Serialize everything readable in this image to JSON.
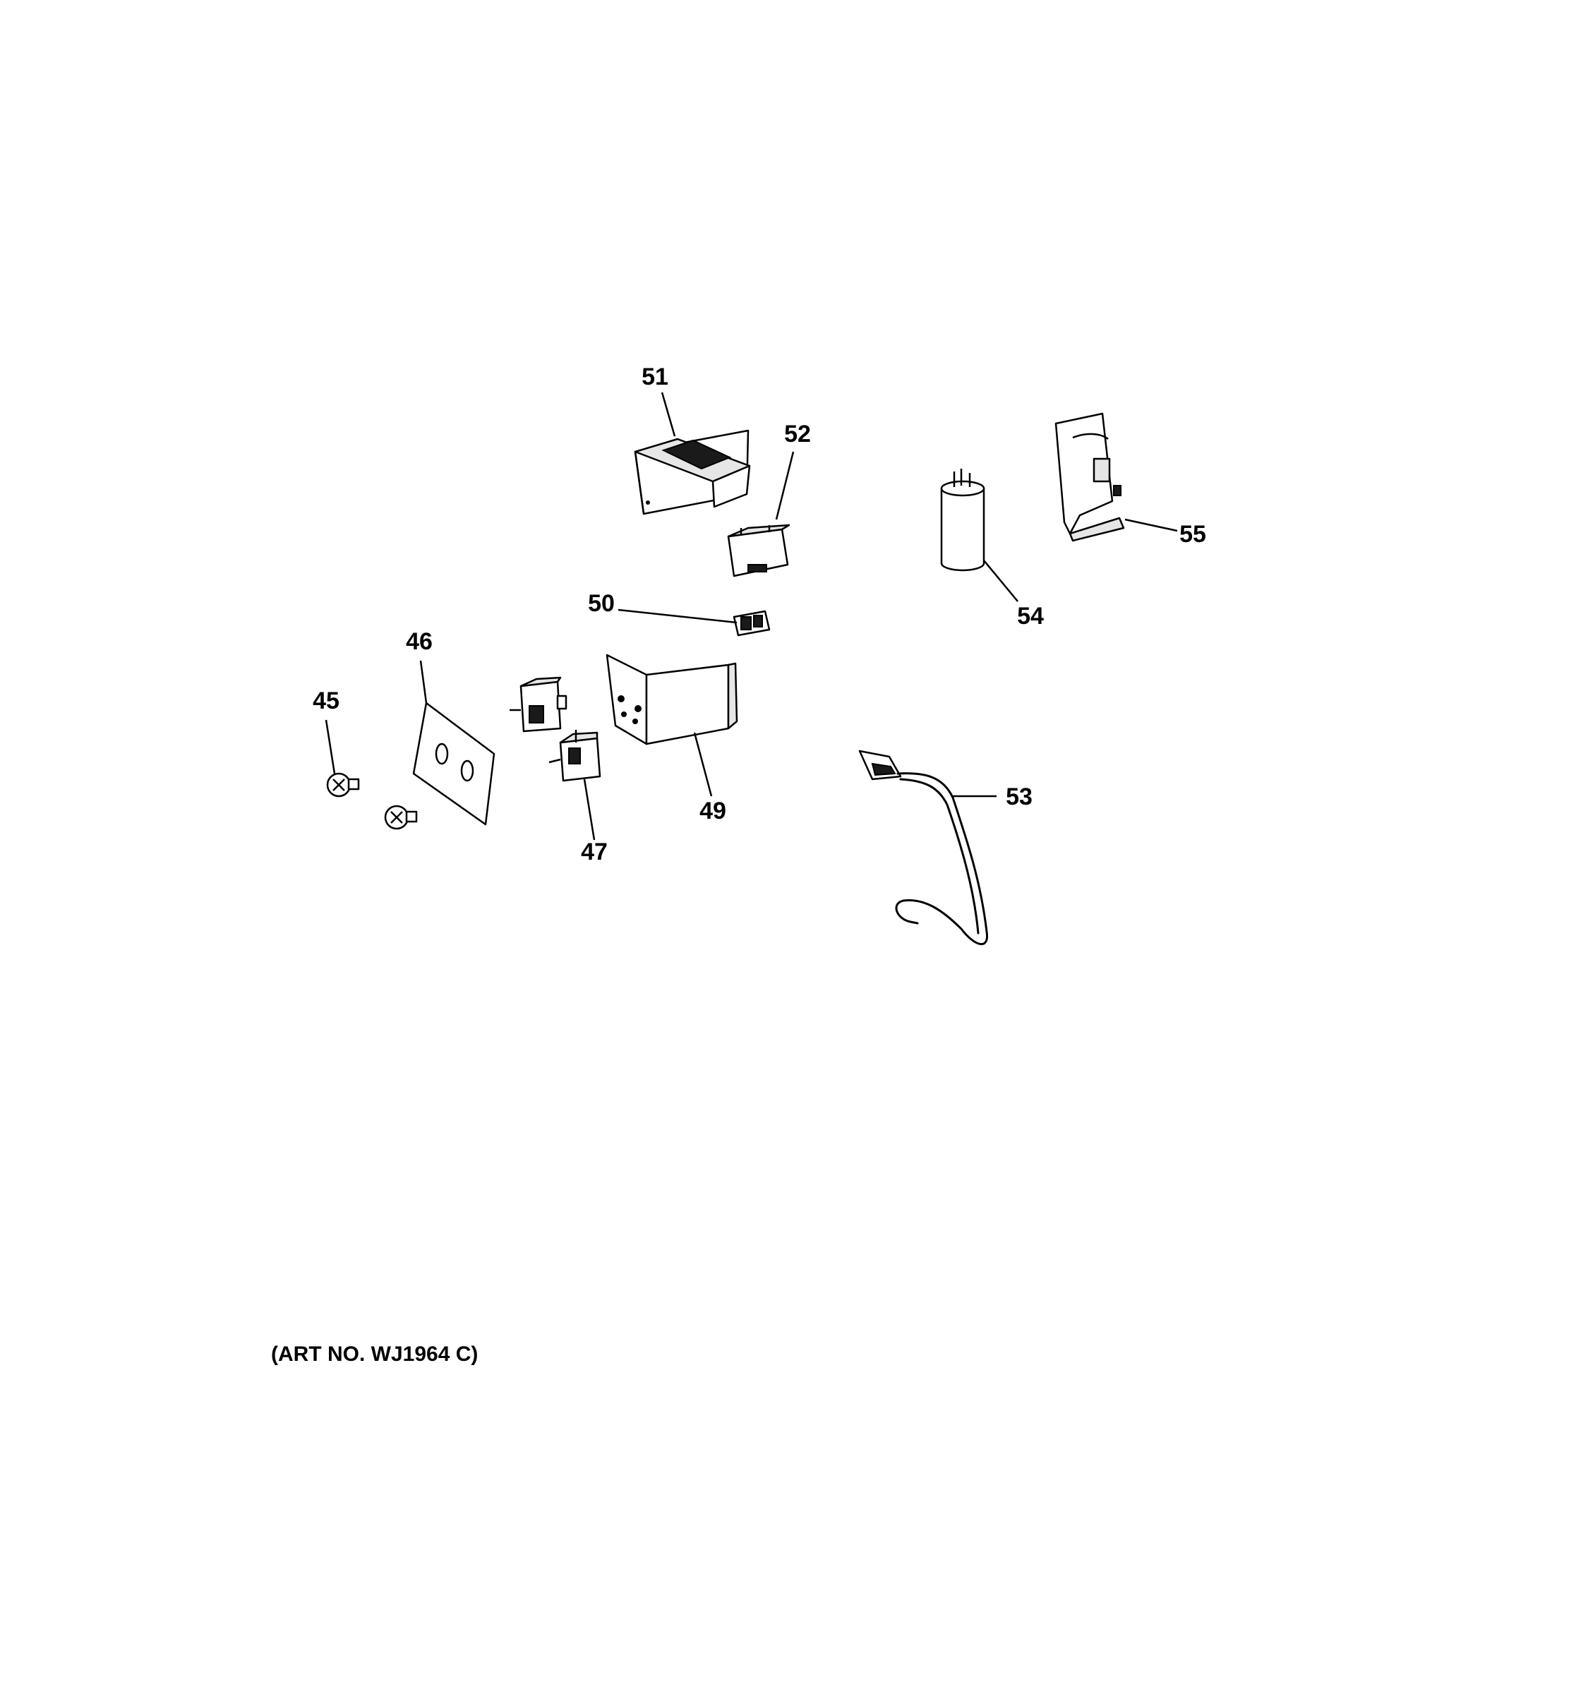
{
  "callouts": {
    "c45": "45",
    "c46": "46",
    "c47": "47",
    "c49": "49",
    "c50": "50",
    "c51": "51",
    "c52": "52",
    "c53": "53",
    "c54": "54",
    "c55": "55"
  },
  "footer": {
    "art_number": "(ART NO. WJ1964 C)"
  },
  "colors": {
    "line": "#000000",
    "background": "#ffffff"
  }
}
